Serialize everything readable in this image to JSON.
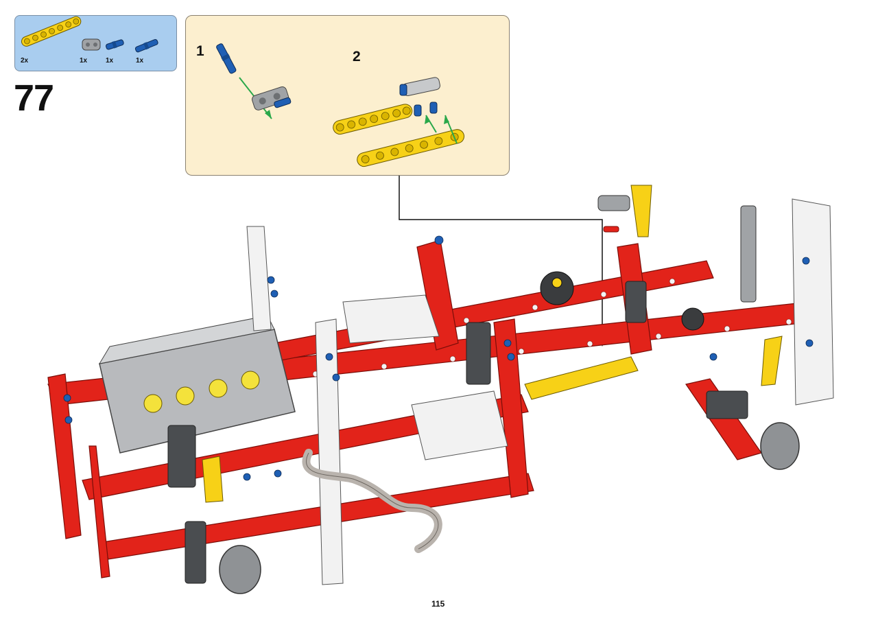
{
  "step": {
    "number": "77"
  },
  "parts_list": [
    {
      "name": "yellow-7-beam",
      "qty": "2x"
    },
    {
      "name": "grey-connector",
      "qty": "1x"
    },
    {
      "name": "blue-axle-pin",
      "qty": "1x"
    },
    {
      "name": "blue-long-pin",
      "qty": "1x"
    }
  ],
  "substeps": [
    {
      "label": "1"
    },
    {
      "label": "2"
    }
  ],
  "page": {
    "number": "115"
  },
  "colors": {
    "parts_bg": "#a9cdef",
    "substep_bg": "#fcefcf",
    "frame_red": "#e2231a",
    "beam_yellow": "#f7d117",
    "pin_blue": "#1f5fb4",
    "part_grey": "#a0a3a6",
    "dark_grey": "#4a4d50",
    "white_beam": "#f2f2f2",
    "arrow_green": "#2aa84a"
  }
}
